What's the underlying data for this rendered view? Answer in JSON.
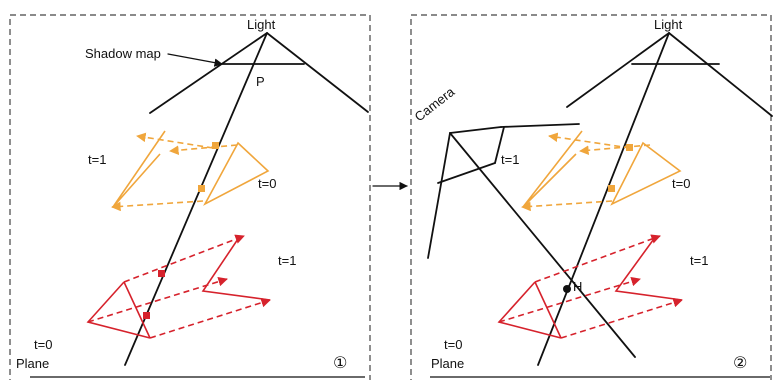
{
  "panel1": {
    "light_label": "Light",
    "shadow_map_label": "Shadow map",
    "p_label": "P",
    "t1_orange": "t=1",
    "t0_orange": "t=0",
    "t1_red": "t=1",
    "t0_red": "t=0",
    "plane_label": "Plane",
    "panel_number": "①"
  },
  "panel2": {
    "light_label": "Light",
    "camera_label": "Camera",
    "h_label": "H",
    "t1_orange": "t=1",
    "t0_orange": "t=0",
    "t1_red": "t=1",
    "t0_red": "t=0",
    "plane_label": "Plane",
    "panel_number": "②"
  },
  "colors": {
    "orange": "#f0a63c",
    "red": "#d6222c",
    "ink": "#111111"
  }
}
